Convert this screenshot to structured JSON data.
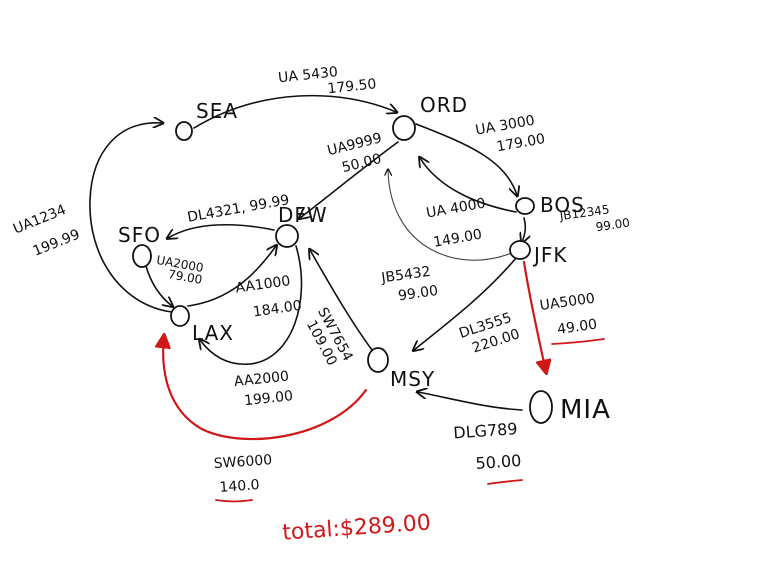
{
  "cities": {
    "sea": "SEA",
    "ord": "ORD",
    "sfo": "SFO",
    "dfw": "DFW",
    "bos": "BOS",
    "jfk": "JFK",
    "lax": "LAX",
    "msy": "MSY",
    "mia": "MIA"
  },
  "flights": {
    "sea_ord": {
      "code": "UA 5430",
      "price": "179.50"
    },
    "sfo_sea": {
      "code": "UA1234",
      "price": "199.99"
    },
    "ord_bos": {
      "code": "UA 3000",
      "price": "179.00"
    },
    "ord_dfw": {
      "code": "UA9999",
      "price": "50.00"
    },
    "dfw_sfo": {
      "code": "DL4321, 99.99"
    },
    "bos_jfk": {
      "code": "JB12345",
      "price": "99.00"
    },
    "bos_ord": {
      "code": "UA 4000",
      "price": "149.00"
    },
    "sfo_lax": {
      "code": "UA2000",
      "price": "79.00"
    },
    "lax_dfw": {
      "code": "AA1000",
      "price": "184.00"
    },
    "jfk_ord": {
      "code": "JB5432",
      "price": "99.00"
    },
    "msy_dfw": {
      "code": "SW7654",
      "price": "109.00"
    },
    "jfk_msy": {
      "code": "DL3555",
      "price": "220.00"
    },
    "jfk_mia": {
      "code": "UA5000",
      "price": "49.00"
    },
    "dfw_lax": {
      "code": "AA2000",
      "price": "199.00"
    },
    "msy_lax": {
      "code": "SW6000",
      "price": "140.0"
    },
    "mia_msy": {
      "code": "DLG789",
      "price": "50.00"
    }
  },
  "total": "total:$289.00",
  "colors": {
    "ink": "#111111",
    "highlight": "#d01818"
  }
}
